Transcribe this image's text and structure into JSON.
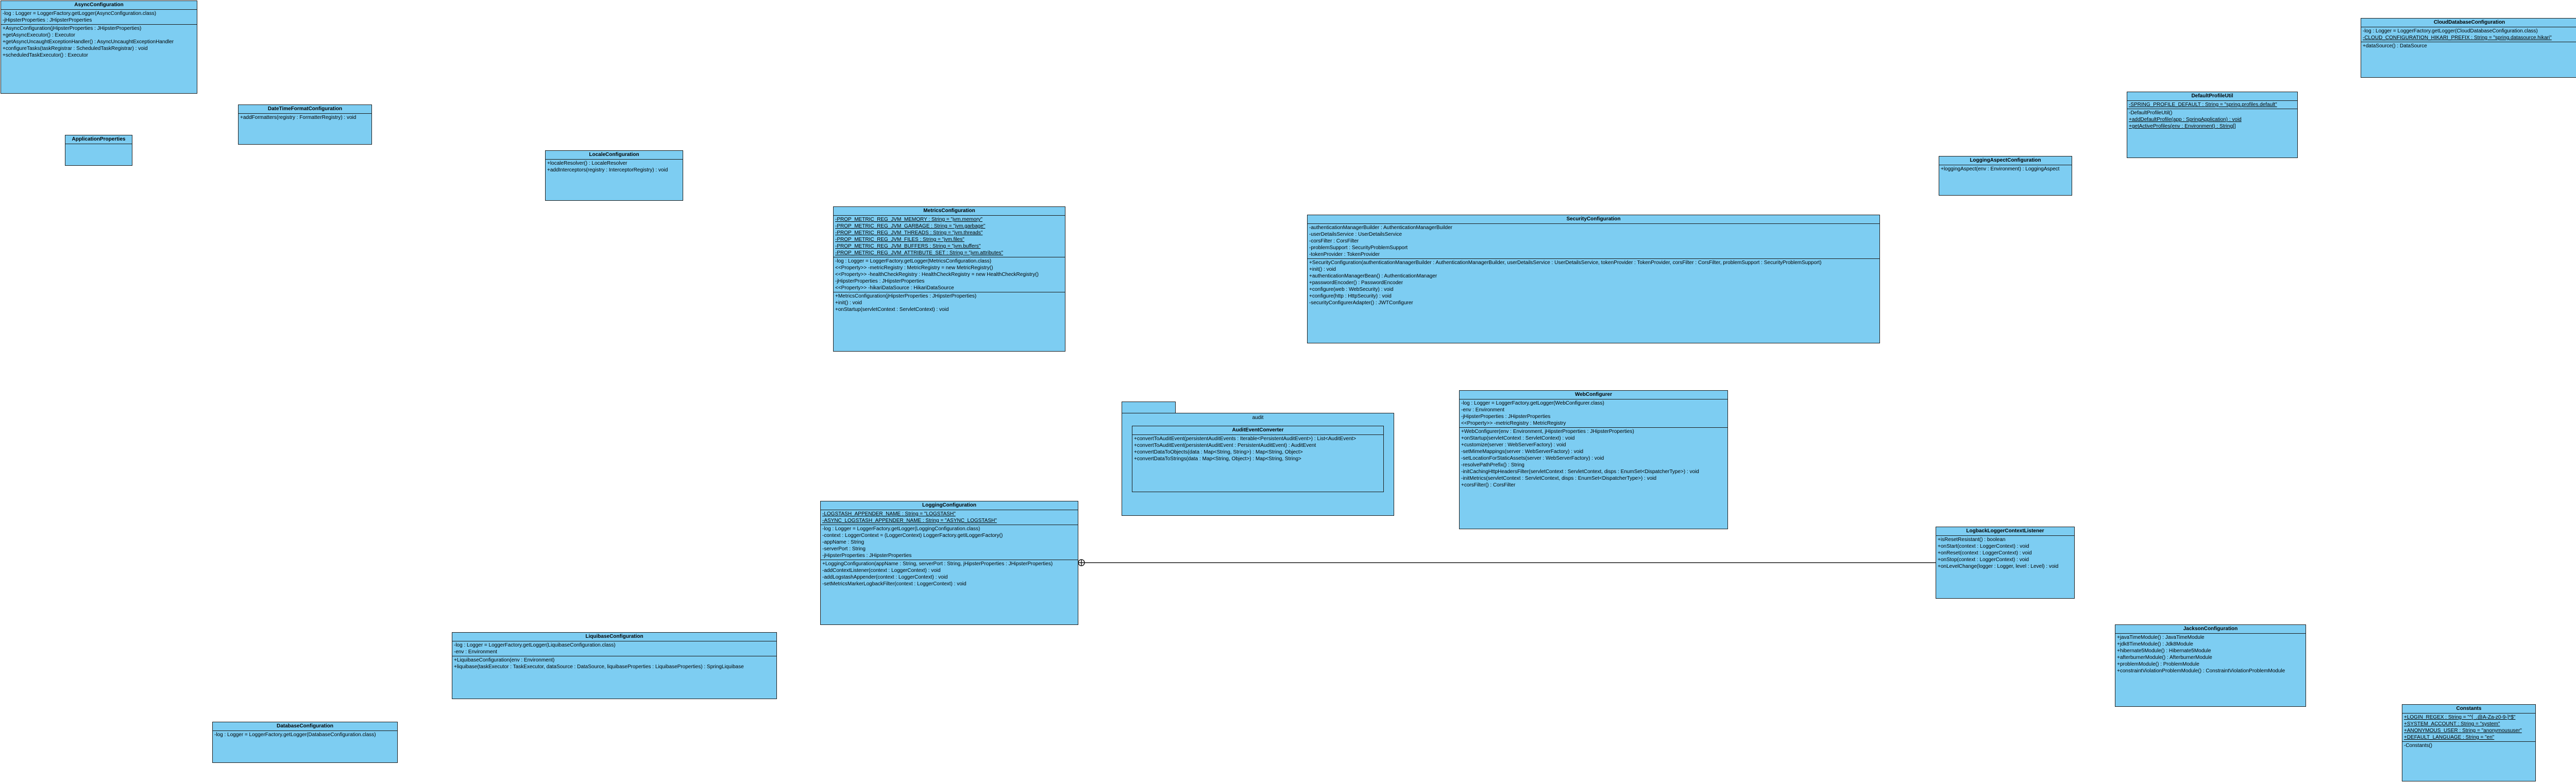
{
  "classes": [
    {
      "id": "async-configuration",
      "name": "AsyncConfiguration",
      "sections": [
        {
          "rows": [
            {
              "text": "-log : Logger = LoggerFactory.getLogger(AsyncConfiguration.class)",
              "static": false
            },
            {
              "text": "-jHipsterProperties : JHipsterProperties",
              "static": false
            }
          ]
        },
        {
          "rows": [
            {
              "text": "+AsyncConfiguration(jHipsterProperties : JHipsterProperties)",
              "static": false
            },
            {
              "text": "+getAsyncExecutor() : Executor",
              "static": false
            },
            {
              "text": "+getAsyncUncaughtExceptionHandler() : AsyncUncaughtExceptionHandler",
              "static": false
            },
            {
              "text": "+configureTasks(taskRegistrar : ScheduledTaskRegistrar) : void",
              "static": false
            },
            {
              "text": "+scheduledTaskExecutor() : Executor",
              "static": false
            }
          ]
        }
      ]
    },
    {
      "id": "application-properties",
      "name": "ApplicationProperties",
      "sections": []
    },
    {
      "id": "datetime-format-configuration",
      "name": "DateTimeFormatConfiguration",
      "sections": [
        {
          "rows": [
            {
              "text": "+addFormatters(registry : FormatterRegistry) : void",
              "static": false
            }
          ]
        }
      ]
    },
    {
      "id": "locale-configuration",
      "name": "LocaleConfiguration",
      "sections": [
        {
          "rows": [
            {
              "text": "+localeResolver() : LocaleResolver",
              "static": false
            },
            {
              "text": "+addInterceptors(registry : InterceptorRegistry) : void",
              "static": false
            }
          ]
        }
      ]
    },
    {
      "id": "metrics-configuration",
      "name": "MetricsConfiguration",
      "sections": [
        {
          "rows": [
            {
              "text": "-PROP_METRIC_REG_JVM_MEMORY : String = \"jvm.memory\"",
              "static": true
            },
            {
              "text": "-PROP_METRIC_REG_JVM_GARBAGE : String = \"jvm.garbage\"",
              "static": true
            },
            {
              "text": "-PROP_METRIC_REG_JVM_THREADS : String = \"jvm.threads\"",
              "static": true
            },
            {
              "text": "-PROP_METRIC_REG_JVM_FILES : String = \"jvm.files\"",
              "static": true
            },
            {
              "text": "-PROP_METRIC_REG_JVM_BUFFERS : String = \"jvm.buffers\"",
              "static": true
            },
            {
              "text": "-PROP_METRIC_REG_JVM_ATTRIBUTE_SET : String = \"jvm.attributes\"",
              "static": true
            }
          ]
        },
        {
          "rows": [
            {
              "text": "-log : Logger = LoggerFactory.getLogger(MetricsConfiguration.class)",
              "static": false
            },
            {
              "text": "<<Property>> -metricRegistry : MetricRegistry = new MetricRegistry()",
              "static": false
            },
            {
              "text": "<<Property>> -healthCheckRegistry : HealthCheckRegistry = new HealthCheckRegistry()",
              "static": false
            },
            {
              "text": "-jHipsterProperties : JHipsterProperties",
              "static": false
            },
            {
              "text": "<<Property>> -hikariDataSource : HikariDataSource",
              "static": false
            }
          ]
        },
        {
          "rows": [
            {
              "text": "+MetricsConfiguration(jHipsterProperties : JHipsterProperties)",
              "static": false
            },
            {
              "text": "+init() : void",
              "static": false
            },
            {
              "text": "+onStartup(servletContext : ServletContext) : void",
              "static": false
            }
          ]
        }
      ]
    },
    {
      "id": "security-configuration",
      "name": "SecurityConfiguration",
      "sections": [
        {
          "rows": [
            {
              "text": "-authenticationManagerBuilder : AuthenticationManagerBuilder",
              "static": false
            },
            {
              "text": "-userDetailsService : UserDetailsService",
              "static": false
            },
            {
              "text": "-corsFilter : CorsFilter",
              "static": false
            },
            {
              "text": "-problemSupport : SecurityProblemSupport",
              "static": false
            },
            {
              "text": "-tokenProvider : TokenProvider",
              "static": false
            }
          ]
        },
        {
          "rows": [
            {
              "text": "+SecurityConfiguration(authenticationManagerBuilder : AuthenticationManagerBuilder, userDetailsService : UserDetailsService, tokenProvider : TokenProvider, corsFilter : CorsFilter, problemSupport : SecurityProblemSupport)",
              "static": false
            },
            {
              "text": "+init() : void",
              "static": false
            },
            {
              "text": "+authenticationManagerBean() : AuthenticationManager",
              "static": false
            },
            {
              "text": "+passwordEncoder() : PasswordEncoder",
              "static": false
            },
            {
              "text": "+configure(web : WebSecurity) : void",
              "static": false
            },
            {
              "text": "+configure(http : HttpSecurity) : void",
              "static": false
            },
            {
              "text": "-securityConfigurerAdapter() : JWTConfigurer",
              "static": false
            }
          ]
        }
      ]
    },
    {
      "id": "logging-aspect-configuration",
      "name": "LoggingAspectConfiguration",
      "sections": [
        {
          "rows": [
            {
              "text": "+loggingAspect(env : Environment) : LoggingAspect",
              "static": false
            }
          ]
        }
      ]
    },
    {
      "id": "default-profile-util",
      "name": "DefaultProfileUtil",
      "sections": [
        {
          "rows": [
            {
              "text": "-SPRING_PROFILE_DEFAULT : String = \"spring.profiles.default\"",
              "static": true
            }
          ]
        },
        {
          "rows": [
            {
              "text": "-DefaultProfileUtil()",
              "static": false
            },
            {
              "text": "+addDefaultProfile(app : SpringApplication) : void",
              "static": true
            },
            {
              "text": "+getActiveProfiles(env : Environment) : String[]",
              "static": true
            }
          ]
        }
      ]
    },
    {
      "id": "cloud-database-configuration",
      "name": "CloudDatabaseConfiguration",
      "sections": [
        {
          "rows": [
            {
              "text": "-log : Logger = LoggerFactory.getLogger(CloudDatabaseConfiguration.class)",
              "static": false
            },
            {
              "text": "-CLOUD_CONFIGURATION_HIKARI_PREFIX : String = \"spring.datasource.hikari\"",
              "static": true
            }
          ]
        },
        {
          "rows": [
            {
              "text": "+dataSource() : DataSource",
              "static": false
            }
          ]
        }
      ]
    },
    {
      "id": "audit-event-converter",
      "name": "AuditEventConverter",
      "sections": [
        {
          "rows": [
            {
              "text": "+convertToAuditEvent(persistentAuditEvents : Iterable<PersistentAuditEvent>) : List<AuditEvent>",
              "static": false
            },
            {
              "text": "+convertToAuditEvent(persistentAuditEvent : PersistentAuditEvent) : AuditEvent",
              "static": false
            },
            {
              "text": "+convertDataToObjects(data : Map<String, String>) : Map<String, Object>",
              "static": false
            },
            {
              "text": "+convertDataToStrings(data : Map<String, Object>) : Map<String, String>",
              "static": false
            }
          ]
        }
      ]
    },
    {
      "id": "web-configurer",
      "name": "WebConfigurer",
      "sections": [
        {
          "rows": [
            {
              "text": "-log : Logger = LoggerFactory.getLogger(WebConfigurer.class)",
              "static": false
            },
            {
              "text": "-env : Environment",
              "static": false
            },
            {
              "text": "-jHipsterProperties : JHipsterProperties",
              "static": false
            },
            {
              "text": "<<Property>> -metricRegistry : MetricRegistry",
              "static": false
            }
          ]
        },
        {
          "rows": [
            {
              "text": "+WebConfigurer(env : Environment, jHipsterProperties : JHipsterProperties)",
              "static": false
            },
            {
              "text": "+onStartup(servletContext : ServletContext) : void",
              "static": false
            },
            {
              "text": "+customize(server : WebServerFactory) : void",
              "static": false
            },
            {
              "text": "-setMimeMappings(server : WebServerFactory) : void",
              "static": false
            },
            {
              "text": "-setLocationForStaticAssets(server : WebServerFactory) : void",
              "static": false
            },
            {
              "text": "-resolvePathPrefix() : String",
              "static": false
            },
            {
              "text": "-initCachingHttpHeadersFilter(servletContext : ServletContext, disps : EnumSet<DispatcherType>) : void",
              "static": false
            },
            {
              "text": "-initMetrics(servletContext : ServletContext, disps : EnumSet<DispatcherType>) : void",
              "static": false
            },
            {
              "text": "+corsFilter() : CorsFilter",
              "static": false
            }
          ]
        }
      ]
    },
    {
      "id": "logging-configuration",
      "name": "LoggingConfiguration",
      "sections": [
        {
          "rows": [
            {
              "text": "-LOGSTASH_APPENDER_NAME : String = \"LOGSTASH\"",
              "static": true
            },
            {
              "text": "-ASYNC_LOGSTASH_APPENDER_NAME : String = \"ASYNC_LOGSTASH\"",
              "static": true
            }
          ]
        },
        {
          "rows": [
            {
              "text": "-log : Logger = LoggerFactory.getLogger(LoggingConfiguration.class)",
              "static": false
            },
            {
              "text": "-context : LoggerContext = (LoggerContext) LoggerFactory.getILoggerFactory()",
              "static": false
            },
            {
              "text": "-appName : String",
              "static": false
            },
            {
              "text": "-serverPort : String",
              "static": false
            },
            {
              "text": "-jHipsterProperties : JHipsterProperties",
              "static": false
            }
          ]
        },
        {
          "rows": [
            {
              "text": "+LoggingConfiguration(appName : String, serverPort : String, jHipsterProperties : JHipsterProperties)",
              "static": false
            },
            {
              "text": "-addContextListener(context : LoggerContext) : void",
              "static": false
            },
            {
              "text": "-addLogstashAppender(context : LoggerContext) : void",
              "static": false
            },
            {
              "text": "-setMetricsMarkerLogbackFilter(context : LoggerContext) : void",
              "static": false
            }
          ]
        }
      ]
    },
    {
      "id": "logback-logger-context-listener",
      "name": "LogbackLoggerContextListener",
      "sections": [
        {
          "rows": [
            {
              "text": "+isResetResistant() : boolean",
              "static": false
            },
            {
              "text": "+onStart(context : LoggerContext) : void",
              "static": false
            },
            {
              "text": "+onReset(context : LoggerContext) : void",
              "static": false
            },
            {
              "text": "+onStop(context : LoggerContext) : void",
              "static": false
            },
            {
              "text": "+onLevelChange(logger : Logger, level : Level) : void",
              "static": false
            }
          ]
        }
      ]
    },
    {
      "id": "liquibase-configuration",
      "name": "LiquibaseConfiguration",
      "sections": [
        {
          "rows": [
            {
              "text": "-log : Logger = LoggerFactory.getLogger(LiquibaseConfiguration.class)",
              "static": false
            },
            {
              "text": "-env : Environment",
              "static": false
            }
          ]
        },
        {
          "rows": [
            {
              "text": "+LiquibaseConfiguration(env : Environment)",
              "static": false
            },
            {
              "text": "+liquibase(taskExecutor : TaskExecutor, dataSource : DataSource, liquibaseProperties : LiquibaseProperties) : SpringLiquibase",
              "static": false
            }
          ]
        }
      ]
    },
    {
      "id": "jackson-configuration",
      "name": "JacksonConfiguration",
      "sections": [
        {
          "rows": [
            {
              "text": "+javaTimeModule() : JavaTimeModule",
              "static": false
            },
            {
              "text": "+jdk8TimeModule() : Jdk8Module",
              "static": false
            },
            {
              "text": "+hibernate5Module() : Hibernate5Module",
              "static": false
            },
            {
              "text": "+afterburnerModule() : AfterburnerModule",
              "static": false
            },
            {
              "text": "+problemModule() : ProblemModule",
              "static": false
            },
            {
              "text": "+constraintViolationProblemModule() : ConstraintViolationProblemModule",
              "static": false
            }
          ]
        }
      ]
    },
    {
      "id": "database-configuration",
      "name": "DatabaseConfiguration",
      "sections": [
        {
          "rows": [
            {
              "text": "-log : Logger = LoggerFactory.getLogger(DatabaseConfiguration.class)",
              "static": false
            }
          ]
        }
      ]
    },
    {
      "id": "constants",
      "name": "Constants",
      "sections": [
        {
          "rows": [
            {
              "text": "+LOGIN_REGEX : String = \"^[_.@A-Za-z0-9-]*$\"",
              "static": true
            },
            {
              "text": "+SYSTEM_ACCOUNT : String = \"system\"",
              "static": true
            },
            {
              "text": "+ANONYMOUS_USER : String = \"anonymoususer\"",
              "static": true
            },
            {
              "text": "+DEFAULT_LANGUAGE : String = \"en\"",
              "static": true
            }
          ]
        },
        {
          "rows": [
            {
              "text": "-Constants()",
              "static": false
            }
          ]
        }
      ]
    }
  ],
  "package": {
    "name": "audit"
  },
  "colors": {
    "class_fill": "#7dcdf2",
    "border": "#1a1a1a",
    "background": "#ffffff"
  }
}
